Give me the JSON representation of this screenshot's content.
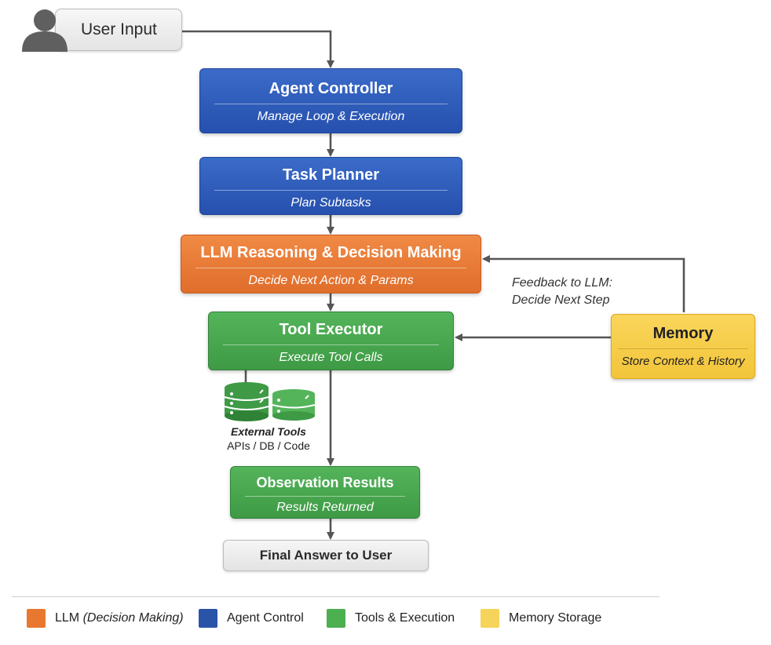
{
  "user_input": {
    "label": "User Input"
  },
  "nodes": {
    "agent_controller": {
      "title": "Agent Controller",
      "subtitle": "Manage Loop & Execution"
    },
    "task_planner": {
      "title": "Task Planner",
      "subtitle": "Plan Subtasks"
    },
    "llm_reasoning": {
      "title": "LLM Reasoning & Decision Making",
      "subtitle": "Decide Next Action & Params"
    },
    "tool_executor": {
      "title": "Tool Executor",
      "subtitle": "Execute Tool Calls"
    },
    "memory": {
      "title": "Memory",
      "subtitle": "Store Context & History"
    },
    "observation_results": {
      "title": "Observation Results",
      "subtitle": "Results Returned"
    },
    "final_answer": {
      "title": "Final Answer to User"
    }
  },
  "feedback": {
    "line1": "Feedback to LLM:",
    "line2": "Decide Next Step"
  },
  "external_tools": {
    "title": "External Tools",
    "subtitle": "APIs / DB / Code",
    "icon": "database-icon"
  },
  "legend": [
    {
      "label_main": "LLM",
      "label_italic": " (Decision Making)",
      "color": "#e8782f"
    },
    {
      "label_main": "Agent Control",
      "label_italic": "",
      "color": "#2a54a8"
    },
    {
      "label_main": "Tools & Execution",
      "label_italic": "",
      "color": "#4caf50"
    },
    {
      "label_main": "Memory Storage",
      "label_italic": "",
      "color": "#f6d35a"
    }
  ],
  "colors": {
    "agent_control": "#2a54a8",
    "llm": "#e8782f",
    "tools": "#4caf50",
    "memory": "#f6d35a",
    "arrow": "#555555"
  }
}
